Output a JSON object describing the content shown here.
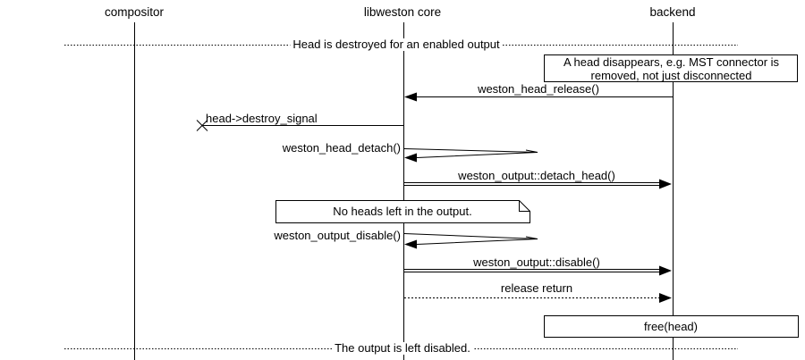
{
  "colors": {
    "line": "#000000",
    "background": "#ffffff",
    "text": "#000000"
  },
  "participants": [
    {
      "name": "compositor"
    },
    {
      "name": "libweston core"
    },
    {
      "name": "backend"
    }
  ],
  "dividers": [
    {
      "label": "Head is destroyed for an enabled output"
    },
    {
      "label": "The output is left disabled."
    }
  ],
  "notes": {
    "head_disappears": {
      "line1": "A head disappears, e.g. MST connector is",
      "line2": "removed, not just disconnected"
    },
    "no_heads": {
      "text": "No heads left in the output."
    },
    "free_head": {
      "text": "free(head)"
    }
  },
  "messages": {
    "head_release": {
      "label": "weston_head_release()",
      "from": "backend",
      "to": "libweston core",
      "line": "solid"
    },
    "destroy_signal": {
      "label": "head->destroy_signal",
      "from": "libweston core",
      "to": "lost",
      "line": "solid"
    },
    "head_detach": {
      "label": "weston_head_detach()",
      "from": "libweston core",
      "to": "libweston core",
      "line": "self"
    },
    "detach_head": {
      "label": "weston_output::detach_head()",
      "from": "libweston core",
      "to": "backend",
      "line": "double"
    },
    "output_disable": {
      "label": "weston_output_disable()",
      "from": "libweston core",
      "to": "libweston core",
      "line": "self"
    },
    "output_disable_impl": {
      "label": "weston_output::disable()",
      "from": "libweston core",
      "to": "backend",
      "line": "double"
    },
    "release_return": {
      "label": "release return",
      "from": "libweston core",
      "to": "backend",
      "line": "dotted"
    }
  }
}
